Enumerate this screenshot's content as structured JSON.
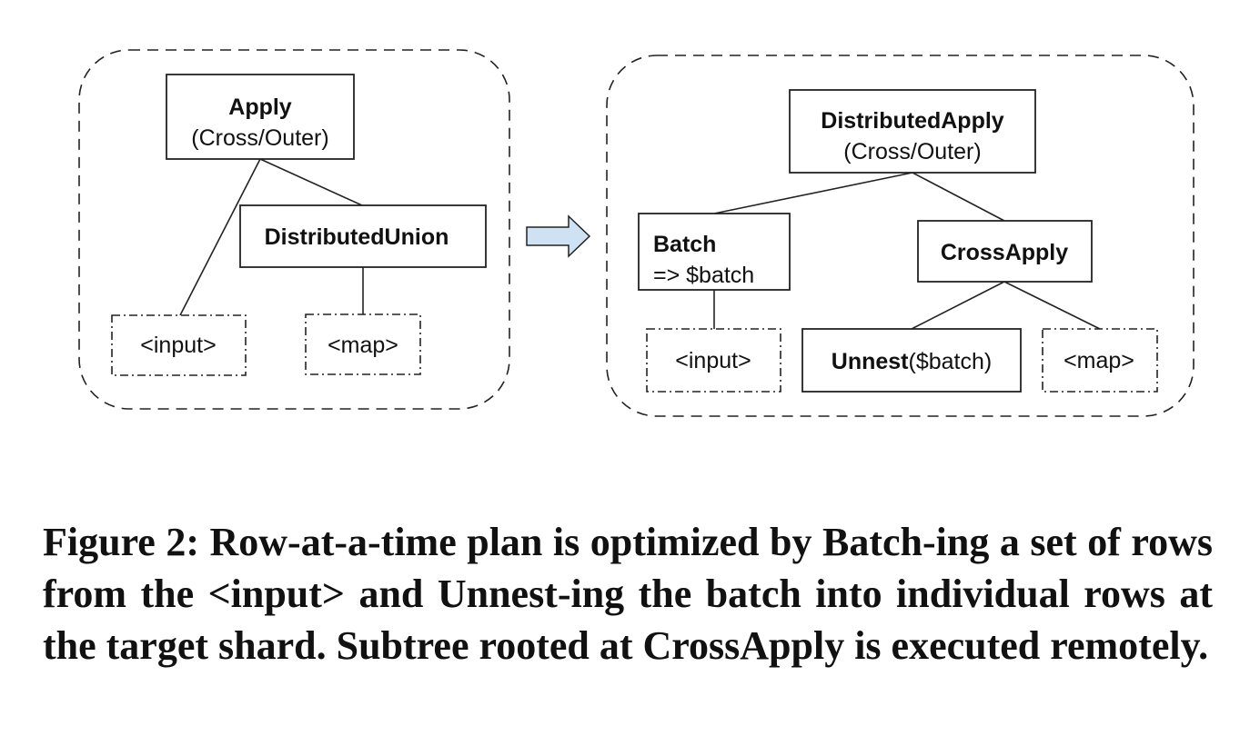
{
  "diagram": {
    "left_plan": {
      "apply": {
        "title": "Apply",
        "subtitle": "(Cross/Outer)"
      },
      "distributed_union": {
        "title": "DistributedUnion"
      },
      "input": {
        "label": "<input>"
      },
      "map": {
        "label": "<map>"
      }
    },
    "right_plan": {
      "distributed_apply": {
        "title": "DistributedApply",
        "subtitle": "(Cross/Outer)"
      },
      "batch": {
        "title": "Batch",
        "subtitle": "=> $batch"
      },
      "cross_apply": {
        "title": "CrossApply"
      },
      "input": {
        "label": "<input>"
      },
      "unnest": {
        "title": "Unnest",
        "suffix": "($batch)"
      },
      "map": {
        "label": "<map>"
      }
    },
    "arrow_color": "#cfe2f3"
  },
  "caption": {
    "text": "Figure 2: Row-at-a-time plan is optimized by Batch-ing a set of rows from the <input> and Unnest-ing the batch into individual rows at the target shard. Subtree rooted at CrossApply is executed remotely."
  }
}
